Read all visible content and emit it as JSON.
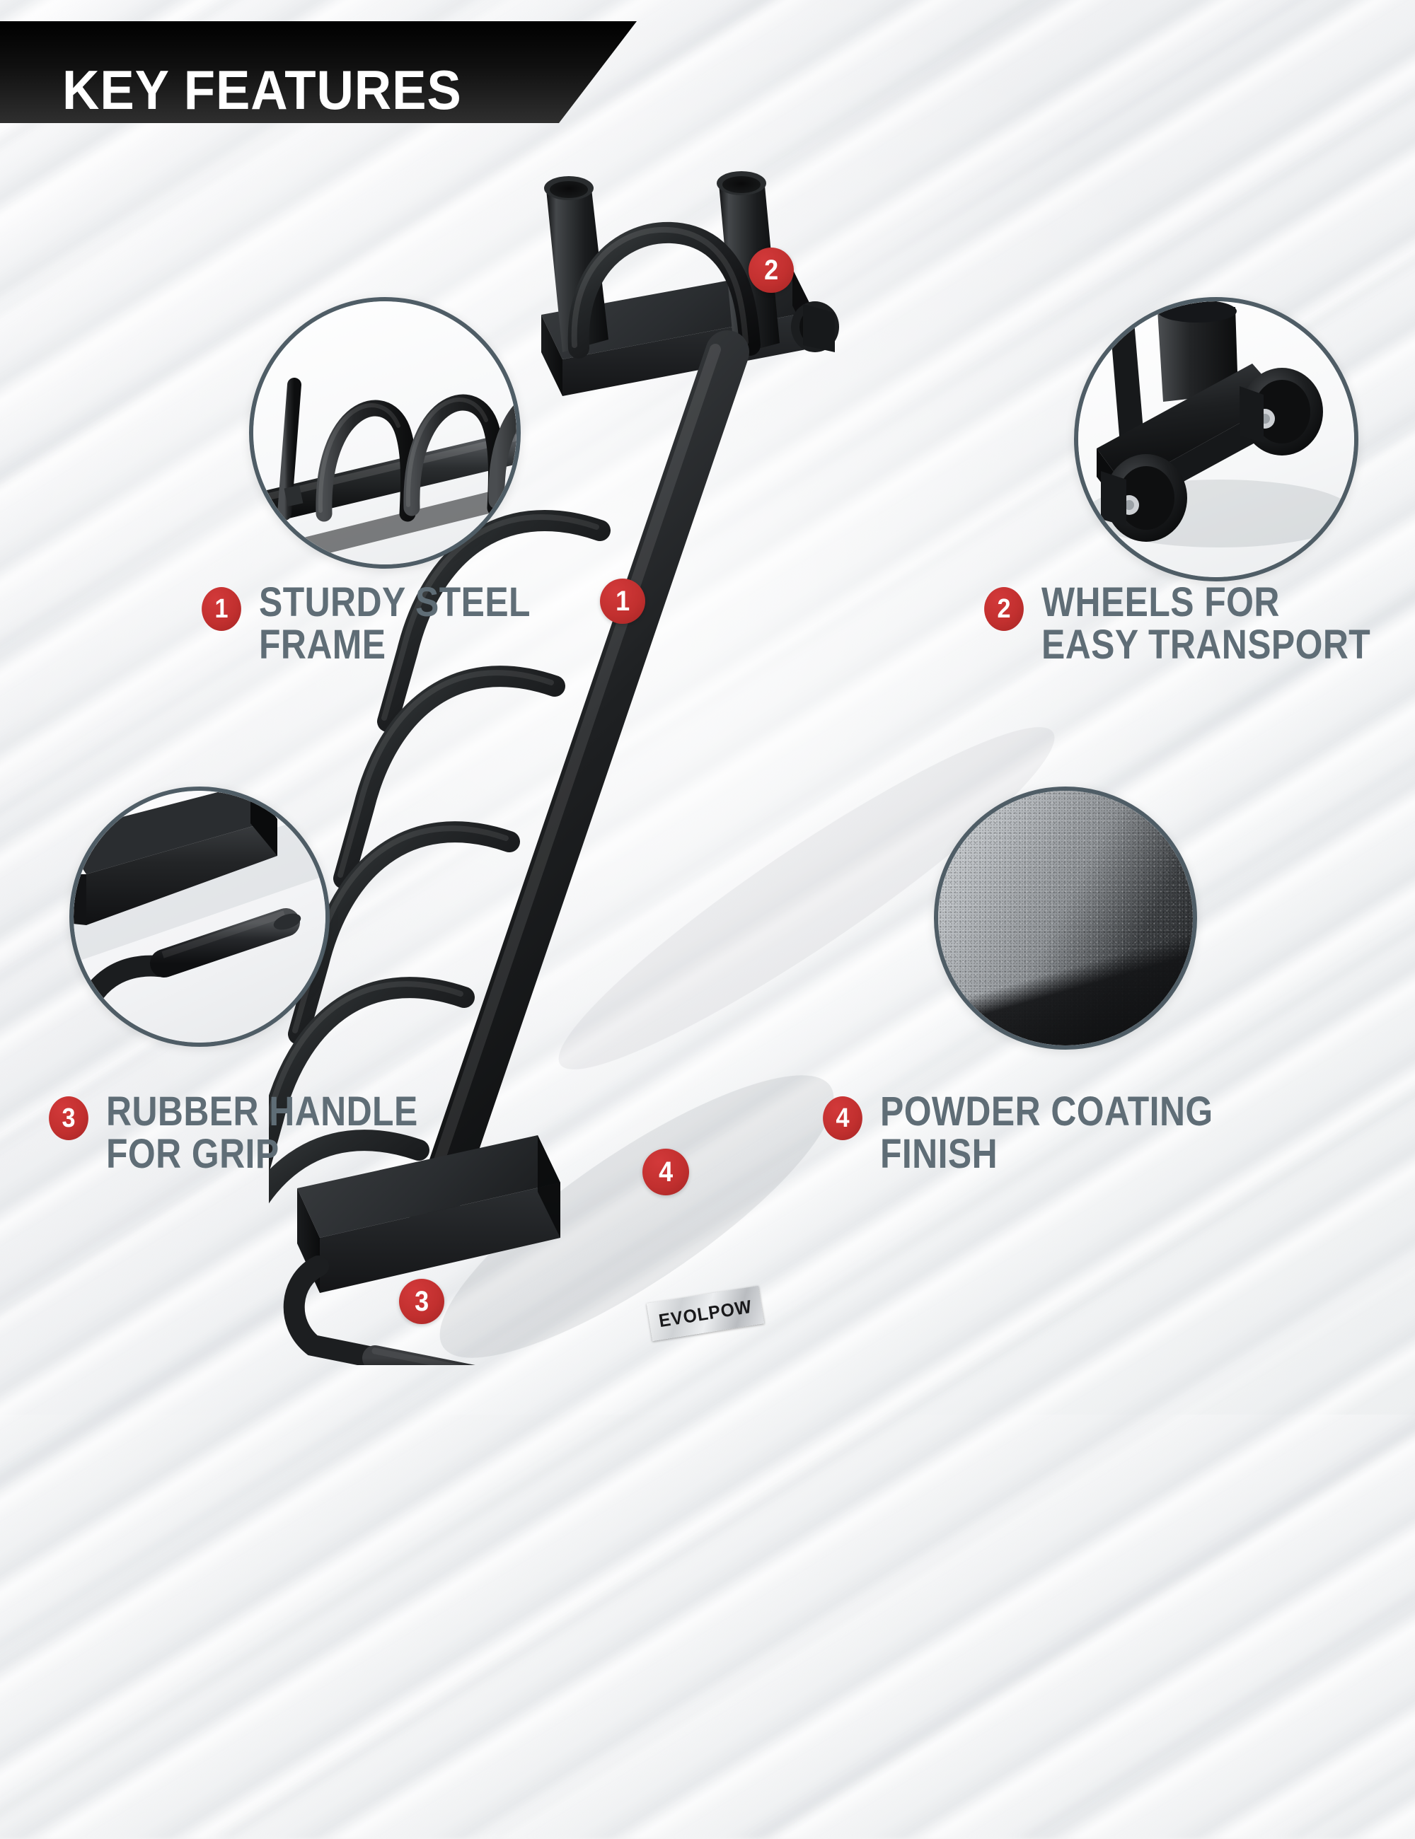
{
  "banner": {
    "title": "KEY FEATURES"
  },
  "brand": {
    "label": "EVOLPOW"
  },
  "colors": {
    "badge_red": "#c2302f",
    "text_gray": "#5f6d76",
    "ring_gray": "#4f5d66",
    "banner_black": "#000000",
    "background": "#f4f5f6",
    "product_black": "#232527"
  },
  "features": [
    {
      "number": "1",
      "label": "STURDY STEEL\nFRAME",
      "detail_icon": "steel-frame-hoops-closeup",
      "marker_number": "1"
    },
    {
      "number": "2",
      "label": "WHEELS FOR\nEASY TRANSPORT",
      "detail_icon": "transport-wheels-closeup",
      "marker_number": "2"
    },
    {
      "number": "3",
      "label": "RUBBER HANDLE\nFOR GRIP",
      "detail_icon": "rubber-handle-closeup",
      "marker_number": "3"
    },
    {
      "number": "4",
      "label": "POWDER COATING\nFINISH",
      "detail_icon": "powder-coat-texture-closeup",
      "marker_number": "4"
    }
  ],
  "product": {
    "name": "weight-plate-storage-rack",
    "markers": [
      {
        "number": "1"
      },
      {
        "number": "2"
      },
      {
        "number": "3"
      },
      {
        "number": "4"
      }
    ]
  }
}
